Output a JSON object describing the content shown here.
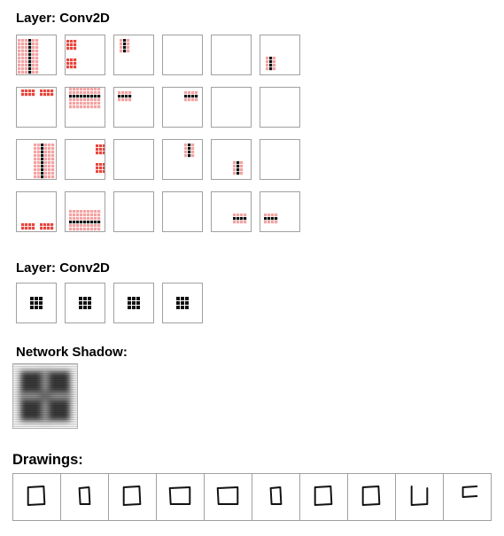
{
  "layers": [
    {
      "title": "Layer: Conv2D",
      "cols": 6,
      "rows": 4,
      "filters": [
        {
          "name": "r0c0",
          "pattern": "vbar-wide"
        },
        {
          "name": "r0c1",
          "pattern": "left-pair-v"
        },
        {
          "name": "r0c2",
          "pattern": "small-v-top"
        },
        {
          "name": "r0c3",
          "pattern": "empty"
        },
        {
          "name": "r0c4",
          "pattern": "empty"
        },
        {
          "name": "r0c5",
          "pattern": "small-v-bottom"
        },
        {
          "name": "r1c0",
          "pattern": "top-pair-h"
        },
        {
          "name": "r1c1",
          "pattern": "hbar-wide"
        },
        {
          "name": "r1c2",
          "pattern": "small-h-left"
        },
        {
          "name": "r1c3",
          "pattern": "small-h-right"
        },
        {
          "name": "r1c4",
          "pattern": "empty"
        },
        {
          "name": "r1c5",
          "pattern": "empty"
        },
        {
          "name": "r2c0",
          "pattern": "vbar-wide-right"
        },
        {
          "name": "r2c1",
          "pattern": "right-pair-v"
        },
        {
          "name": "r2c2",
          "pattern": "empty"
        },
        {
          "name": "r2c3",
          "pattern": "small-v-mid"
        },
        {
          "name": "r2c4",
          "pattern": "small-v-low"
        },
        {
          "name": "r2c5",
          "pattern": "empty"
        },
        {
          "name": "r3c0",
          "pattern": "bottom-pair-h"
        },
        {
          "name": "r3c1",
          "pattern": "hbar-wide-low"
        },
        {
          "name": "r3c2",
          "pattern": "empty"
        },
        {
          "name": "r3c3",
          "pattern": "empty"
        },
        {
          "name": "r3c4",
          "pattern": "small-h-low"
        },
        {
          "name": "r3c5",
          "pattern": "small-h-low-left"
        }
      ]
    },
    {
      "title": "Layer: Conv2D",
      "cols": 4,
      "rows": 1,
      "filters": [
        {
          "name": "k0",
          "pattern": "black-3x3"
        },
        {
          "name": "k1",
          "pattern": "black-3x3"
        },
        {
          "name": "k2",
          "pattern": "black-3x3"
        },
        {
          "name": "k3",
          "pattern": "black-3x3"
        }
      ]
    }
  ],
  "network_shadow": {
    "title": "Network Shadow:"
  },
  "drawings": {
    "title": "Drawings:",
    "items": [
      {
        "name": "drawing-1",
        "icon": "square-sketch"
      },
      {
        "name": "drawing-2",
        "icon": "small-rect-sketch"
      },
      {
        "name": "drawing-3",
        "icon": "square-sketch"
      },
      {
        "name": "drawing-4",
        "icon": "wide-rect-sketch"
      },
      {
        "name": "drawing-5",
        "icon": "wide-rect-sketch"
      },
      {
        "name": "drawing-6",
        "icon": "small-rect-sketch"
      },
      {
        "name": "drawing-7",
        "icon": "square-sketch"
      },
      {
        "name": "drawing-8",
        "icon": "square-sketch"
      },
      {
        "name": "drawing-9",
        "icon": "u-shape-sketch"
      },
      {
        "name": "drawing-10",
        "icon": "c-shape-sketch"
      }
    ]
  },
  "colors": {
    "filter_light": "#f4a3a3",
    "filter_red": "#e8453c",
    "filter_black": "#111111",
    "cell_border": "#a0a0a0"
  }
}
